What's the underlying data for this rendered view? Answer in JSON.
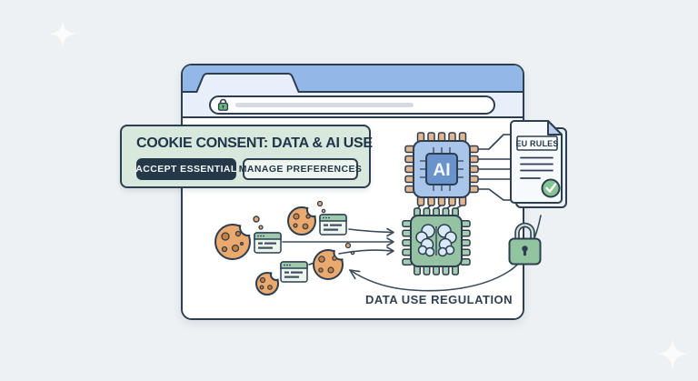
{
  "banner": {
    "title": "COOKIE CONSENT: DATA & AI USE",
    "accept": "ACCEPT ESSENTIAL",
    "manage": "MANAGE PREFERENCES"
  },
  "chip": {
    "label": "AI"
  },
  "document": {
    "title": "EU RULES"
  },
  "regulation": {
    "label": "DATA USE REGULATION"
  },
  "browser": {
    "url_text": ""
  },
  "colors": {
    "outline_navy": "#2c3e50",
    "browser_blue": "#92b8e8",
    "tab_light": "#e9effa",
    "banner_green": "#d9e8dd",
    "accept_navy": "#24384a",
    "cookie_orange": "#eba96e",
    "cookie_chip_brown": "#c9803f",
    "ai_chip_blue": "#a9c6ea",
    "ai_core_blue": "#6b93cb",
    "pin_tan": "#e4b68f",
    "brain_chip_green": "#95c2a3",
    "brain_blue": "#d9e9f6",
    "lock_green": "#92c4a0",
    "check_green": "#84c394",
    "page_bg": "#edf1f4"
  }
}
